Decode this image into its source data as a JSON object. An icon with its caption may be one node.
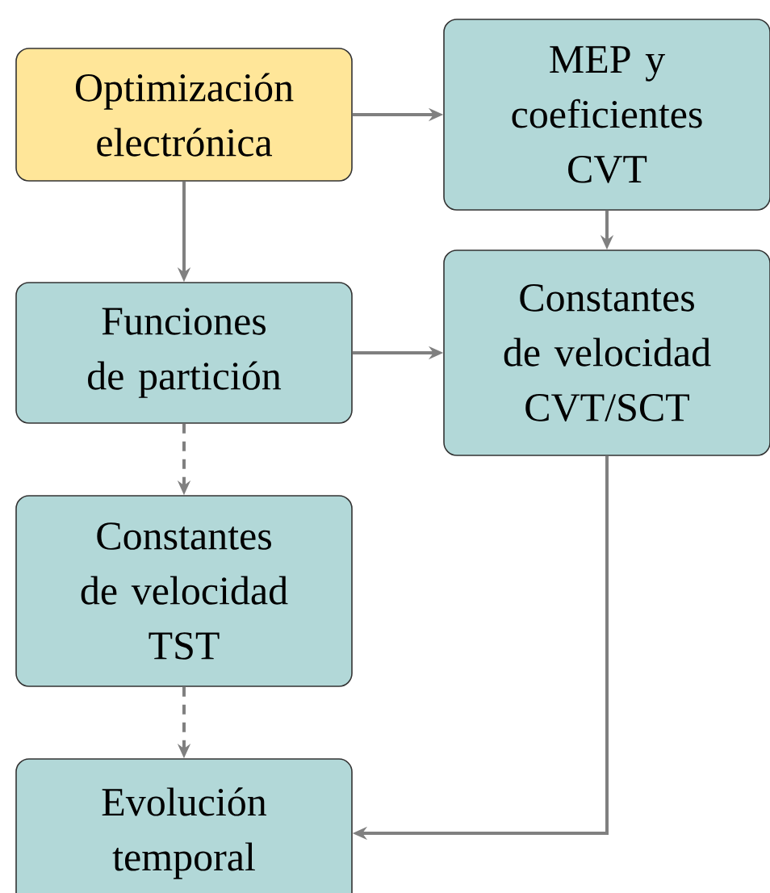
{
  "diagram": {
    "nodes": [
      {
        "text": [
          "Optimización electrónica"
        ]
      },
      {
        "text": [
          "MEP y coeficientes CVT"
        ]
      },
      {
        "text": [
          "Funciones de partición"
        ]
      },
      {
        "text": [
          "Constantes de velocidad CVT/SCT"
        ]
      },
      {
        "text": [
          "Constantes de velocidad TST"
        ]
      },
      {
        "text": [
          "Evolución temporal"
        ]
      }
    ],
    "edges": [
      {
        "from": 0,
        "to": 1,
        "arrow": "to"
      },
      {
        "from": 0,
        "to": 2,
        "arrow": "to"
      },
      {
        "from": 1,
        "to": 3,
        "arrow": "to"
      },
      {
        "from": 2,
        "to": 3,
        "arrow": "to"
      },
      {
        "from": 2,
        "to": 4,
        "arrow": "to",
        "style": "dashed"
      },
      {
        "from": 4,
        "to": 5,
        "arrow": "to",
        "style": "dashed"
      },
      {
        "from": 3,
        "to": 5,
        "arrow": "to"
      }
    ]
  }
}
